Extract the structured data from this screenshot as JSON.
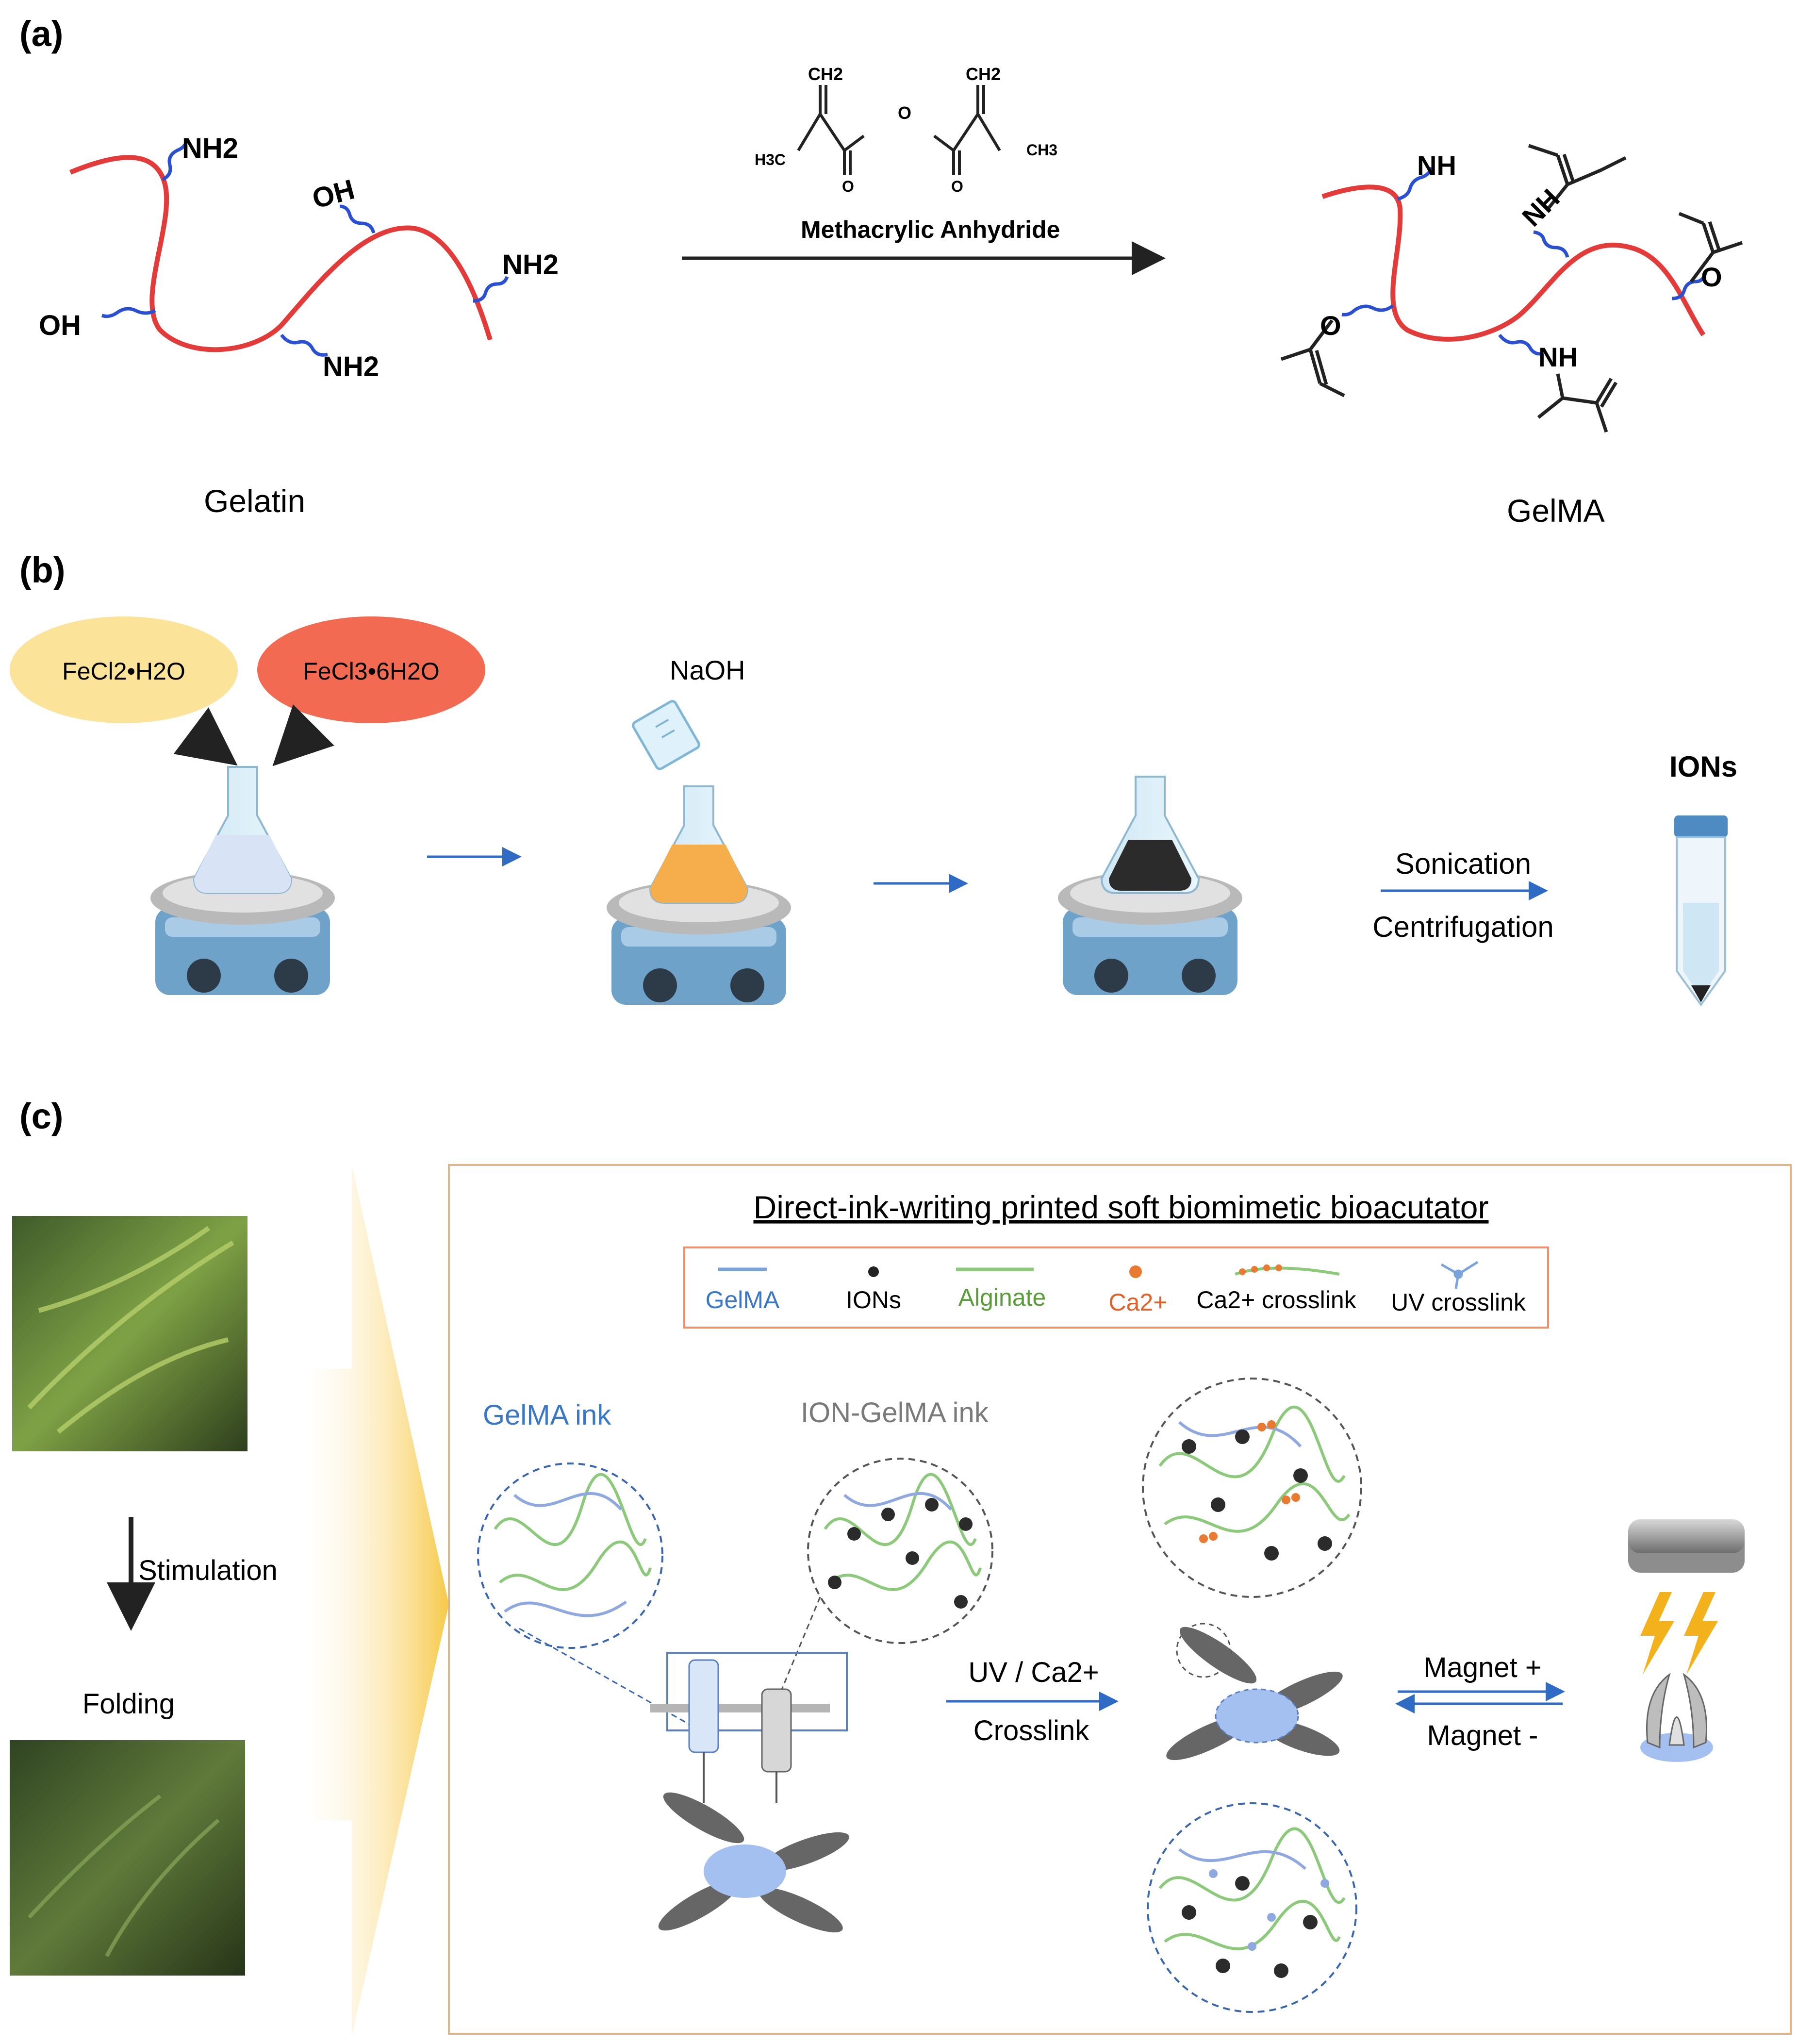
{
  "panel_a": {
    "label": "(a)",
    "gelatin_caption": "Gelatin",
    "gelma_caption": "GelMA",
    "reagent_name": "Methacrylic Anhydride",
    "gelatin_groups": [
      "NH2",
      "OH",
      "NH2",
      "OH",
      "NH2"
    ],
    "gelma_groups": [
      "NH",
      "NH",
      "NH",
      "O",
      "O"
    ],
    "reagent_atoms": {
      "ch2_left": "CH2",
      "ch2_right": "CH2",
      "o_bridge": "O",
      "h3c": "H3C",
      "ch3": "CH3",
      "o_left": "O",
      "o_right": "O"
    }
  },
  "panel_b": {
    "label": "(b)",
    "reagent1": "FeCl2•H2O",
    "reagent2": "FeCl3•6H2O",
    "base": "NaOH",
    "step_top": "Sonication",
    "step_bottom": "Centrifugation",
    "product": "IONs"
  },
  "panel_c": {
    "label": "(c)",
    "left_step": "Stimulation",
    "left_result": "Folding",
    "box_title": "Direct-ink-writing printed soft biomimetic bioacutator",
    "legend": [
      {
        "name": "GelMA",
        "color": "#3a78c6"
      },
      {
        "name": "IONs",
        "color": "#222222"
      },
      {
        "name": "Alginate",
        "color": "#5a9e3a"
      },
      {
        "name": "Ca2+",
        "color": "#e0612a"
      },
      {
        "name": "Ca2+ crosslink",
        "color": "#222222"
      },
      {
        "name": "UV crosslink",
        "color": "#222222"
      }
    ],
    "ink1": "GelMA ink",
    "ink2": "ION-GelMA ink",
    "crosslink_top": "UV / Ca2+",
    "crosslink_bottom": "Crosslink",
    "magnet_plus": "Magnet +",
    "magnet_minus": "Magnet -"
  },
  "colors": {
    "chain_red": "#e33a3a",
    "chain_blue": "#2a4fd0",
    "arrow_blue": "#2f6bc4",
    "yellow_oval": "#fbe39a",
    "red_oval": "#f26a52",
    "ink_blue": "#3a78c6",
    "alginate_green": "#8cc97a"
  }
}
